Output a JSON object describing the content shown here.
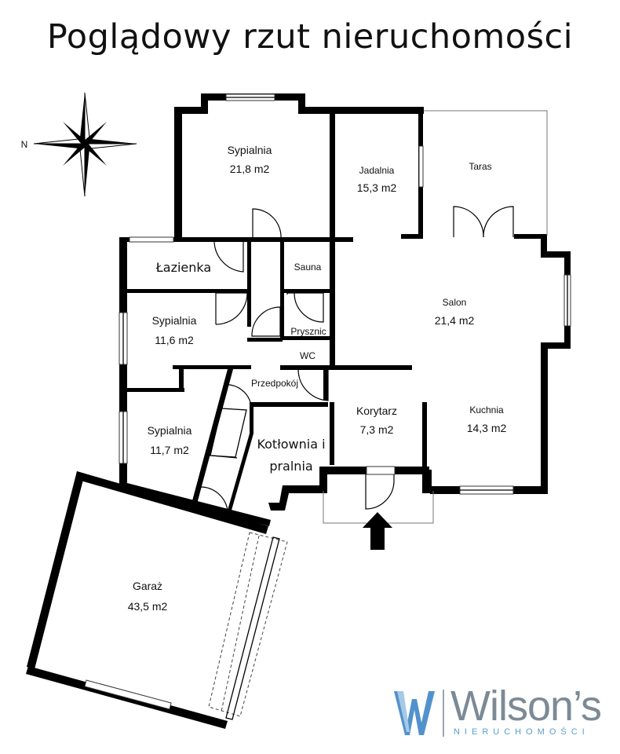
{
  "title": "Poglądowy rzut nieruchomości",
  "compass": {
    "label": "N"
  },
  "rooms": {
    "bedroom_top": {
      "name": "Sypialnia",
      "area": "21,8 m2"
    },
    "dining": {
      "name": "Jadalnia",
      "area": "15,3 m2"
    },
    "terrace": {
      "name": "Taras"
    },
    "bathroom": {
      "name": "Łazienka"
    },
    "sauna": {
      "name": "Sauna"
    },
    "shower": {
      "name": "Prysznic"
    },
    "living": {
      "name": "Salon",
      "area": "21,4 m2"
    },
    "bedroom_mid": {
      "name": "Sypialnia",
      "area": "11,6 m2"
    },
    "wc": {
      "name": "WC"
    },
    "hall": {
      "name": "Przedpokój"
    },
    "bedroom_low": {
      "name": "Sypialnia",
      "area": "11,7 m2"
    },
    "boiler": {
      "name_line1": "Kotłownia i",
      "name_line2": "pralnia"
    },
    "corridor": {
      "name": "Korytarz",
      "area": "7,3 m2"
    },
    "kitchen": {
      "name": "Kuchnia",
      "area": "14,3 m2"
    },
    "garage": {
      "name": "Garaż",
      "area": "43,5 m2"
    }
  },
  "logo": {
    "word": "Wilson’s",
    "sub": "NIERUCHOMOŚCI"
  },
  "colors": {
    "wall": "#000000",
    "logo_text": "#7c8a96",
    "logo_sub": "#5a9fc9",
    "logo_blue": "#3f86c6"
  }
}
